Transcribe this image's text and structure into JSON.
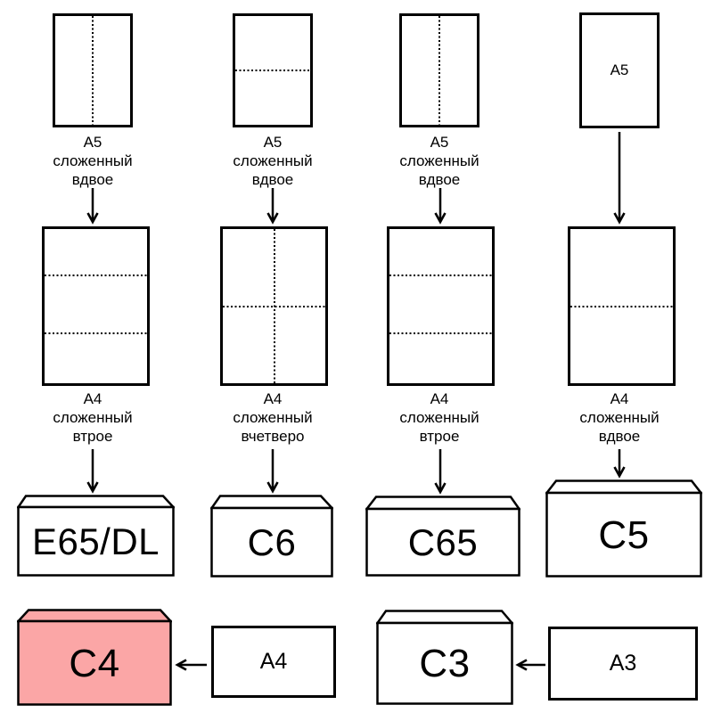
{
  "columns": [
    {
      "top_caption": {
        "line1": "А5",
        "line2": "сложенный",
        "line3": "вдвое"
      },
      "mid_caption": {
        "line1": "А4",
        "line2": "сложенный",
        "line3": "втрое"
      },
      "envelope": {
        "label": "E65/DL"
      }
    },
    {
      "top_caption": {
        "line1": "А5",
        "line2": "сложенный",
        "line3": "вдвое"
      },
      "mid_caption": {
        "line1": "А4",
        "line2": "сложенный",
        "line3": "вчетверо"
      },
      "envelope": {
        "label": "C6"
      }
    },
    {
      "top_caption": {
        "line1": "А5",
        "line2": "сложенный",
        "line3": "вдвое"
      },
      "mid_caption": {
        "line1": "А4",
        "line2": "сложенный",
        "line3": "втрое"
      },
      "envelope": {
        "label": "C65"
      }
    },
    {
      "top_paper_label": "А5",
      "mid_caption": {
        "line1": "А4",
        "line2": "сложенный",
        "line3": "вдвое"
      },
      "envelope": {
        "label": "C5"
      }
    }
  ],
  "bottom_row": [
    {
      "envelope": {
        "label": "C4",
        "highlighted": true
      },
      "source_paper": {
        "label": "А4"
      }
    },
    {
      "envelope": {
        "label": "C3",
        "highlighted": false
      },
      "source_paper": {
        "label": "А3"
      }
    }
  ],
  "colors": {
    "highlight_fill": "#FBA6A6",
    "stroke": "#000000",
    "background": "#FFFFFF"
  }
}
